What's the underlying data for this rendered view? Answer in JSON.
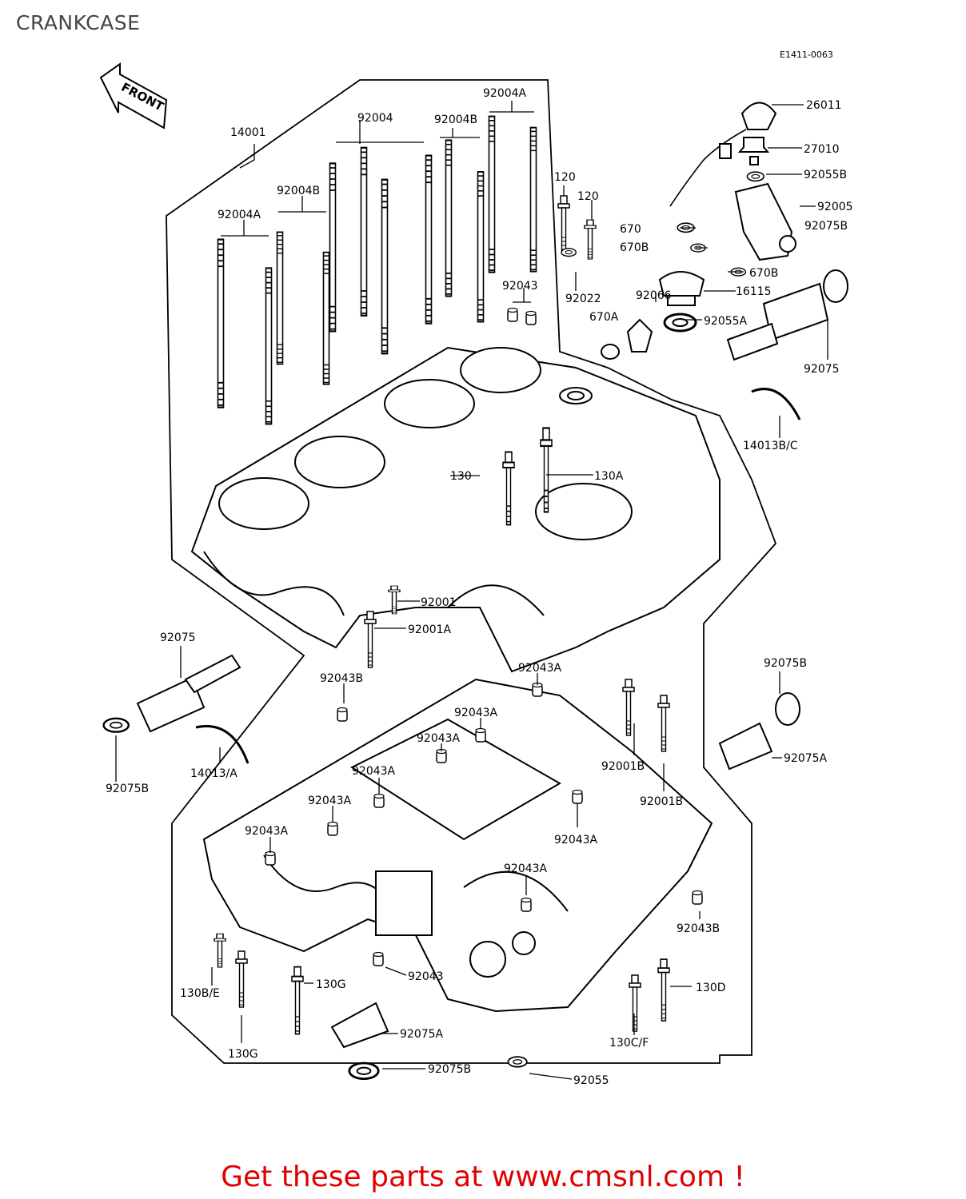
{
  "title": "CRANKCASE",
  "diagram_code": "E1411-0063",
  "front_label": "FRONT",
  "footer": "Get these parts at www.cmsnl.com !",
  "colors": {
    "footer": "#e00000",
    "title": "#444444",
    "lines": "#000000"
  },
  "labels": [
    "14001",
    "92004",
    "92004A",
    "92004B",
    "92004B",
    "92004A",
    "120",
    "120",
    "26011",
    "27010",
    "92055B",
    "92005",
    "92075B",
    "670",
    "670B",
    "670B",
    "16115",
    "92066",
    "670A",
    "92055A",
    "92022",
    "92043",
    "92075",
    "14013B/C",
    "130",
    "130A",
    "92001",
    "92001A",
    "92075",
    "92043B",
    "92043A",
    "92043A",
    "92043A",
    "92043A",
    "92043A",
    "92043A",
    "92043A",
    "92043A",
    "92075B",
    "14013/A",
    "92075B",
    "92075A",
    "92001B",
    "92001B",
    "92043B",
    "130B/E",
    "130G",
    "130G",
    "92043",
    "92075A",
    "92075B",
    "92055",
    "130D",
    "130C/F"
  ]
}
